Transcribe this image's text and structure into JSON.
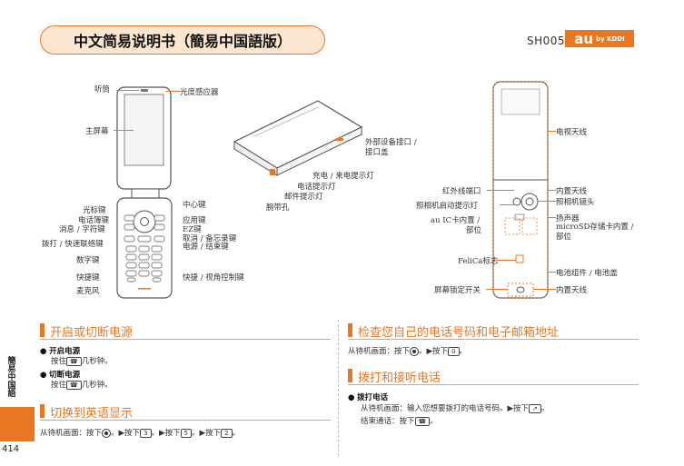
{
  "header": {
    "title": "中文简易说明书（簡易中国語版）",
    "model": "SH005",
    "logo_text": "au",
    "logo_sub": "by KDDI"
  },
  "phone_front_labels": {
    "earpiece": "听筒",
    "light_sensor": "光度感应器",
    "main_screen": "主屏幕",
    "cursor_key": "光标键",
    "center_key": "中心键",
    "phonebook_key": "电话簿键",
    "app_key": "应用键",
    "mail_char_key": "消息 / 字符键",
    "ez_key": "EZ键",
    "dial_key": "拨打 / 快速联络键",
    "cancel_memo_key": "取消 / 备忘录键",
    "power_end_key": "电源 / 结束键",
    "number_keys": "数字键",
    "shortcut_key": "快捷键",
    "shortcut_view_key": "快捷 / 视角控制键",
    "microphone": "麦克风"
  },
  "phone_side_labels": {
    "ext_connector": "外部设备接口 /",
    "ext_connector2": "接口盖",
    "charge_lamp": "充电 / 来电提示灯",
    "call_lamp": "电话提示灯",
    "mail_lamp": "邮件提示灯",
    "strap_hole": "腕带孔"
  },
  "phone_back_labels": {
    "tv_antenna": "电视天线",
    "infrared_port": "红外线端口",
    "internal_antenna_top": "内置天线",
    "camera_light": "照相机启动提示灯",
    "camera_lens": "照相机镜头",
    "au_ic_card": "au IC卡内置 /",
    "au_ic_card2": "部位",
    "speaker": "扬声器",
    "microsd": "microSD存储卡内置 /",
    "microsd2": "部位",
    "felica": "FeliCa标志",
    "battery": "电池组件 / 电池盖",
    "screen_lock": "屏幕锁定开关",
    "internal_antenna_bottom": "内置天线"
  },
  "sections": {
    "power": {
      "heading": "开启或切断电源",
      "on_title": "开启电源",
      "on_text_a": "按住",
      "on_key": "☎",
      "on_text_b": "几秒钟。",
      "off_title": "切断电源",
      "off_text_a": "按住",
      "off_key": "☎",
      "off_text_b": "几秒钟。"
    },
    "english": {
      "heading": "切换到英语显示",
      "text_a": "从待机画面：按下",
      "text_b": "。▶按下",
      "k1": "3",
      "text_c": "。▶按下",
      "k2": "5",
      "text_d": "。▶按下",
      "k3": "2",
      "text_e": "。"
    },
    "check_number": {
      "heading": "检查您自己的电话号码和电子邮箱地址",
      "text_a": "从待机画面：按下",
      "text_b": "。▶按下",
      "k1": "0",
      "text_c": "。"
    },
    "calls": {
      "heading": "拨打和接听电话",
      "bullet_title": "拨打电话",
      "line1_a": "从待机画面：输入您想要拨打的电话号码。▶按下",
      "line1_key": "↗",
      "line1_b": "。",
      "line2_a": "结束通话：按下",
      "line2_key": "☎",
      "line2_b": "。"
    }
  },
  "sidebar": {
    "tab_text": "簡易中国語",
    "page_number": "414"
  },
  "colors": {
    "accent": "#e87722",
    "title_bg": "#fde6cf"
  }
}
